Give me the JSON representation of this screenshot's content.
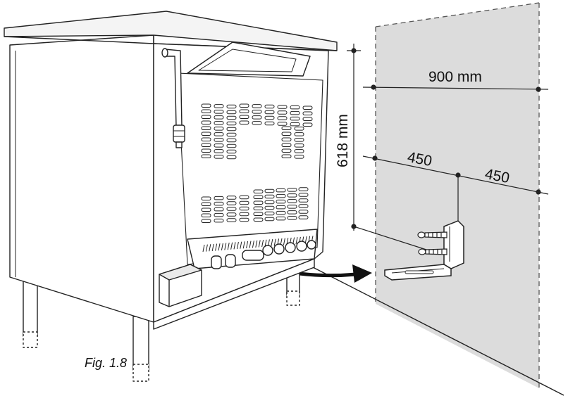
{
  "figure": {
    "caption": "Fig. 1.8"
  },
  "dimensions": {
    "wall_width": "900 mm",
    "bracket_height": "618 mm",
    "left_half": "450",
    "right_half": "450"
  }
}
